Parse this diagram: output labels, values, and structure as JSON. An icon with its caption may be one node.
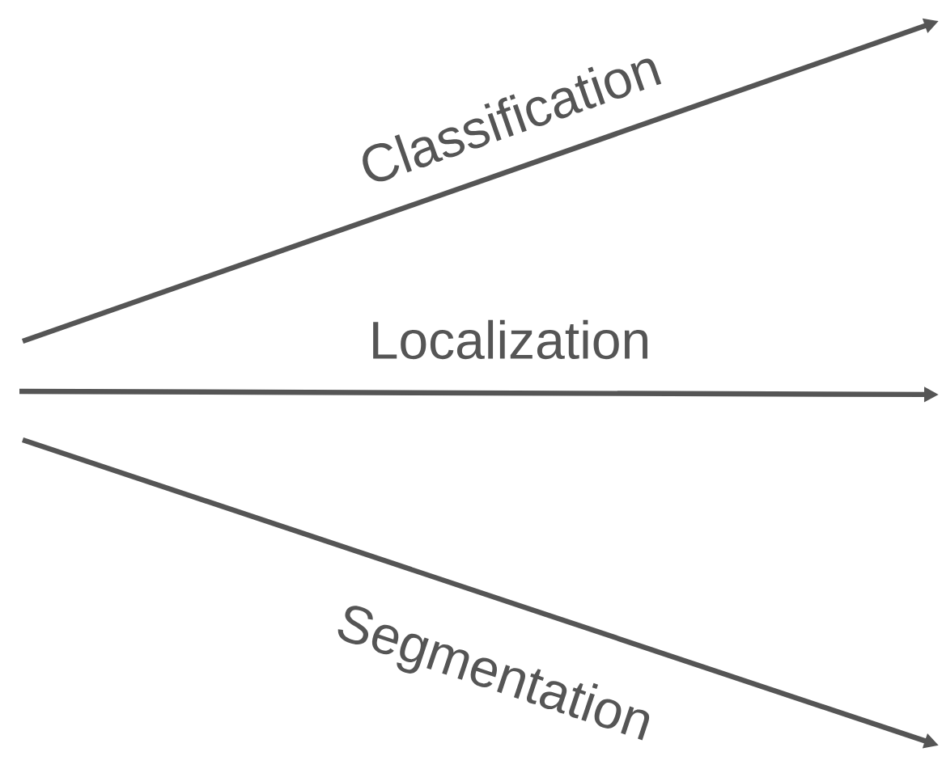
{
  "diagram": {
    "labels": [
      "Classification",
      "Localization",
      "Segmentation"
    ]
  }
}
